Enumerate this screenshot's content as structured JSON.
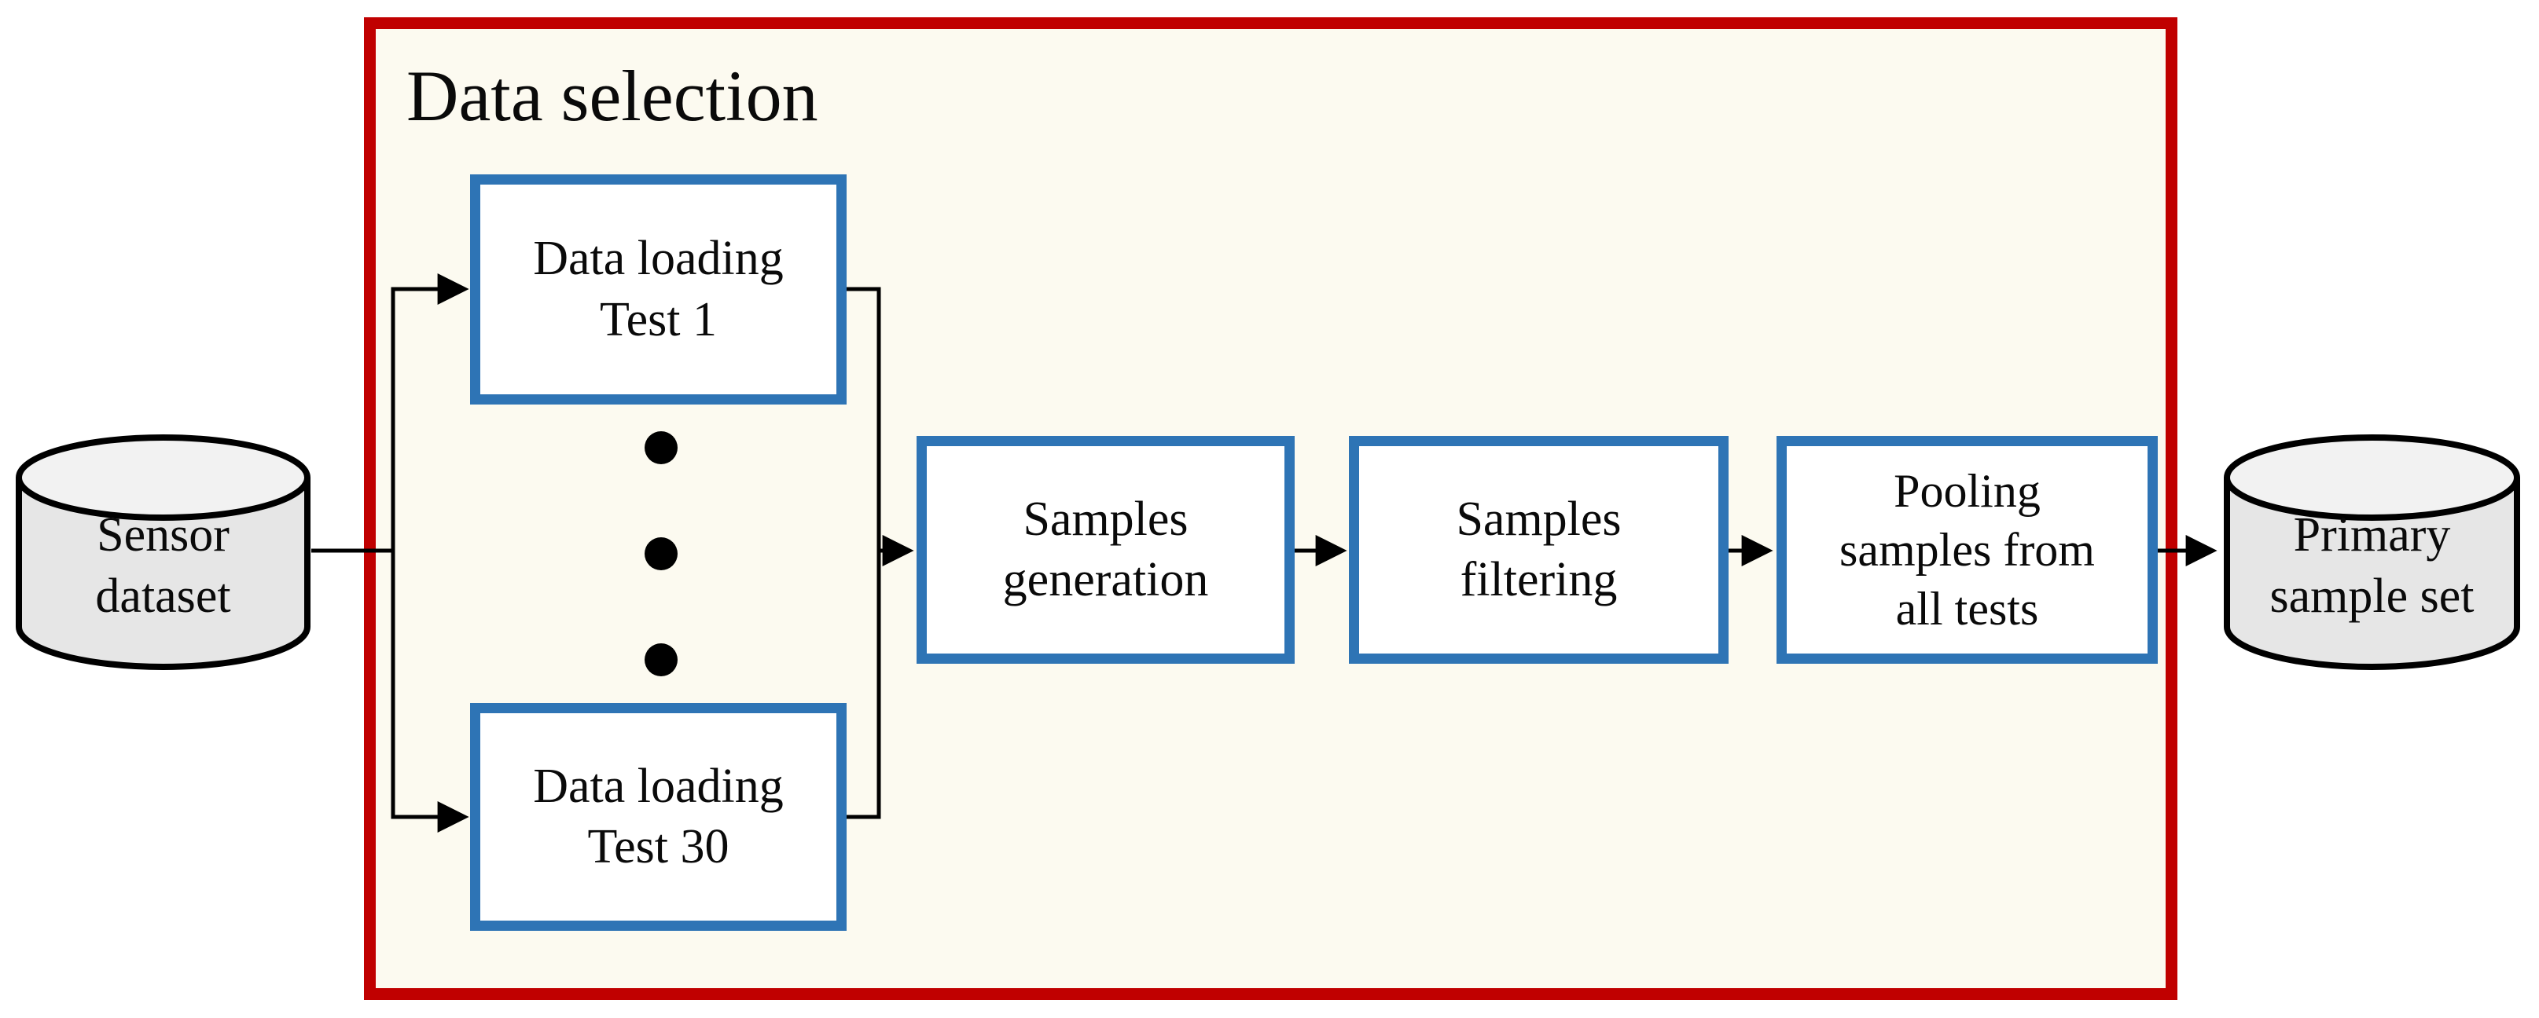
{
  "diagram": {
    "frame_title": "Data selection",
    "nodes": {
      "sensor_dataset": {
        "label": "Sensor\ndataset",
        "shape": "database-cylinder"
      },
      "data_loading_test_1": {
        "label": "Data loading\nTest 1",
        "shape": "process-box"
      },
      "data_loading_test_30": {
        "label": "Data loading\nTest 30",
        "shape": "process-box"
      },
      "samples_generation": {
        "label": "Samples\ngeneration",
        "shape": "process-box"
      },
      "samples_filtering": {
        "label": "Samples\nfiltering",
        "shape": "process-box"
      },
      "pooling_samples": {
        "label": "Pooling\nsamples from\nall tests",
        "shape": "process-box"
      },
      "primary_sample_set": {
        "label": "Primary\nsample set",
        "shape": "database-cylinder"
      }
    },
    "ellipsis_dot_count": 3,
    "edges": [
      {
        "from": "sensor_dataset",
        "to": "data_loading_test_1"
      },
      {
        "from": "sensor_dataset",
        "to": "data_loading_test_30"
      },
      {
        "from": "data_loading_test_1",
        "to": "samples_generation"
      },
      {
        "from": "data_loading_test_30",
        "to": "samples_generation"
      },
      {
        "from": "samples_generation",
        "to": "samples_filtering"
      },
      {
        "from": "samples_filtering",
        "to": "pooling_samples"
      },
      {
        "from": "pooling_samples",
        "to": "primary_sample_set"
      }
    ],
    "colors": {
      "frame_border": "#C00000",
      "frame_background": "#FCFAF0",
      "box_border": "#2E74B5",
      "box_background": "#FFFFFF",
      "cylinder_body": "#E6E6E6",
      "cylinder_top": "#F2F2F2",
      "line": "#000000",
      "text": "#0A0A0A",
      "page_background": "#FFFFFF"
    }
  }
}
